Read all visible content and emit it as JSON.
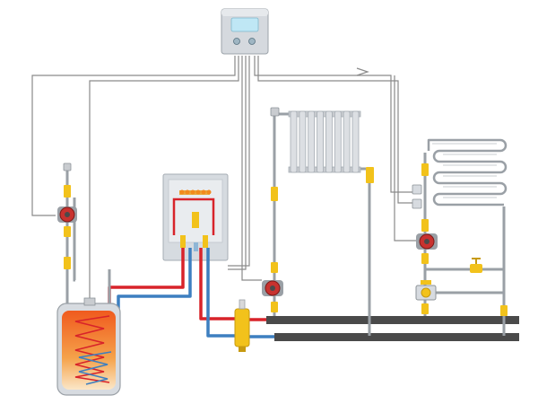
{
  "colors": {
    "background": "#ffffff",
    "control_wire": "#7d7d7d",
    "pipe_grey": "#9aa0a6",
    "hot_red": "#d8232a",
    "cold_blue": "#3d7fc0",
    "valve_yellow": "#f2c21b",
    "pump_red": "#c8322f",
    "manifold": "#4a4a4a",
    "tank_fill": "#f07a2a",
    "controller_screen": "#bfe7f5"
  },
  "components": {
    "controller": {
      "icon": "control-panel-icon",
      "display_text": ""
    },
    "boiler": {
      "icon": "wall-boiler-icon"
    },
    "radiator": {
      "icon": "radiator-icon",
      "fins": 8
    },
    "floor_coil": {
      "icon": "underfloor-coil-icon"
    },
    "tank": {
      "icon": "hot-water-cylinder-icon"
    },
    "hydraulic_separator": {
      "icon": "hydraulic-separator-icon"
    },
    "mixing_valve": {
      "icon": "three-way-valve-icon"
    },
    "pumps": [
      {
        "id": "tank-circuit-pump",
        "icon": "circulation-pump-icon"
      },
      {
        "id": "radiator-circuit-pump",
        "icon": "circulation-pump-icon"
      },
      {
        "id": "floor-circuit-pump",
        "icon": "circulation-pump-icon"
      }
    ]
  }
}
